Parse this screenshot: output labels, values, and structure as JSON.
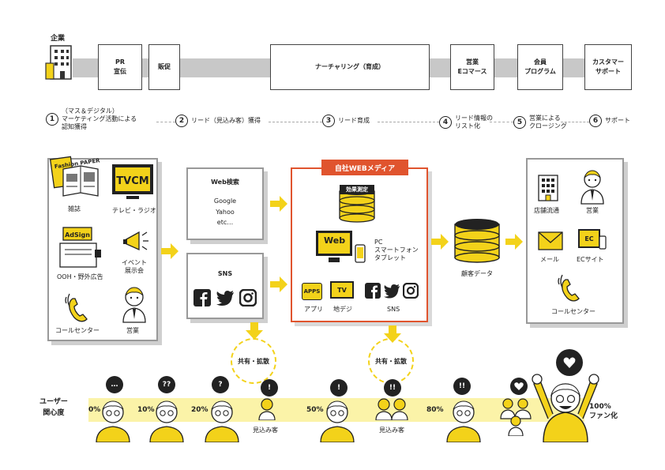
{
  "company_label": "企業",
  "stages": [
    {
      "id": "pr",
      "label": "PR\n宣伝"
    },
    {
      "id": "promo",
      "label": "販促"
    },
    {
      "id": "nurture",
      "label": "ナーチャリング（育成）"
    },
    {
      "id": "sales",
      "label": "営業\nEコマース"
    },
    {
      "id": "member",
      "label": "会員\nプログラム"
    },
    {
      "id": "support",
      "label": "カスタマー\nサポート"
    }
  ],
  "steps": [
    {
      "num": "1",
      "line1": "（マス＆デジタル）",
      "line2": "マーケティング活動による",
      "line3": "認知獲得"
    },
    {
      "num": "2",
      "line1": "リード（見込み客）獲得"
    },
    {
      "num": "3",
      "line1": "リード育成"
    },
    {
      "num": "4",
      "line1": "リード情報の",
      "line2": "リスト化"
    },
    {
      "num": "5",
      "line1": "営業による",
      "line2": "クロージング"
    },
    {
      "num": "6",
      "line1": "サポート"
    }
  ],
  "channels": {
    "magazine": "雑誌",
    "magazine_cover": "Fashion PAPER",
    "tv": "テレビ・ラジオ",
    "tvcm": "TVCM",
    "ooh": "OOH・野外広告",
    "adsign": "AdSign",
    "event": "イベント\n展示会",
    "callcenter": "コールセンター",
    "sales": "営業"
  },
  "web_search": {
    "title": "Web検索",
    "items": [
      "Google",
      "Yahoo",
      "etc…"
    ]
  },
  "sns_box": {
    "title": "SNS"
  },
  "media": {
    "title": "自社WEBメディア",
    "measure": "効果測定",
    "web": "Web",
    "devices": "PC\nスマートフォン\nタブレット",
    "apps_icon": "APPS",
    "apps": "アプリ",
    "tv_icon": "TV",
    "tv": "地デジ",
    "sns": "SNS"
  },
  "customer_data": "顧客データ",
  "touchpoints": {
    "store": "店舗流通",
    "sales": "営業",
    "mail": "メール",
    "ec_icon": "EC",
    "ec": "ECサイト",
    "callcenter": "コールセンター"
  },
  "share": "共有・拡散",
  "interest_label": "ユーザー\n関心度",
  "levels": [
    "0%",
    "10%",
    "20%",
    "50%",
    "80%",
    "100%\nファン化"
  ],
  "prospect": "見込み客",
  "bubbles": [
    "…",
    "??",
    "?",
    "!",
    "!",
    "!!",
    "!!"
  ],
  "colors": {
    "accent": "#f3d21a",
    "media": "#e0542e",
    "band": "#fbf3a8",
    "gray": "#c8c8c8"
  }
}
